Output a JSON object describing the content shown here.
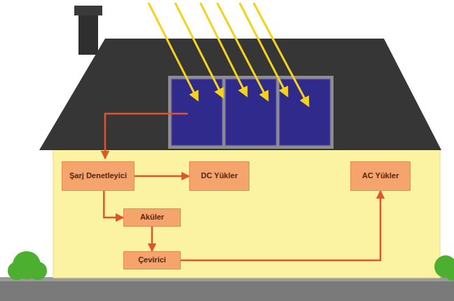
{
  "diagram": {
    "nodes": [
      {
        "text": [
          "Şarj Denetleyici"
        ]
      },
      {
        "text": [
          "DC Yükler"
        ]
      },
      {
        "text": [
          "AC Yükler"
        ]
      },
      {
        "text": [
          "Aküler"
        ]
      },
      {
        "text": [
          "Çevirici"
        ]
      }
    ],
    "edges": [
      {
        "from": 0,
        "to": 1,
        "arrow": "to"
      },
      {
        "from": 0,
        "to": 3,
        "arrow": "to"
      },
      {
        "from": 3,
        "to": 4,
        "arrow": "to"
      },
      {
        "from": 4,
        "to": 2,
        "arrow": "to"
      }
    ]
  }
}
